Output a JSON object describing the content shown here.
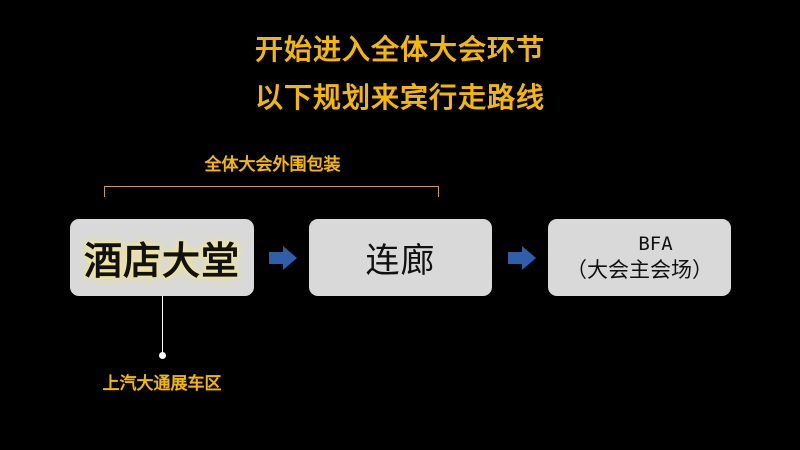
{
  "title": {
    "line1": "开始进入全体大会环节",
    "line2": "以下规划来宾行走路线"
  },
  "bracket_label": "全体大会外围包装",
  "steps": [
    {
      "label": "酒店大堂"
    },
    {
      "label": "连廊"
    },
    {
      "label_line1": "BFA",
      "label_line2": "（大会主会场）"
    }
  ],
  "bottom_label": "上汽大通展车区",
  "colors": {
    "background": "#000000",
    "accent_text": "#f5b800",
    "box_fill": "#d9d9d9",
    "arrow": "#2e5fa8",
    "highlight_glow": "#f3e89a"
  },
  "icons": [
    "right-arrow-icon",
    "right-arrow-icon"
  ]
}
